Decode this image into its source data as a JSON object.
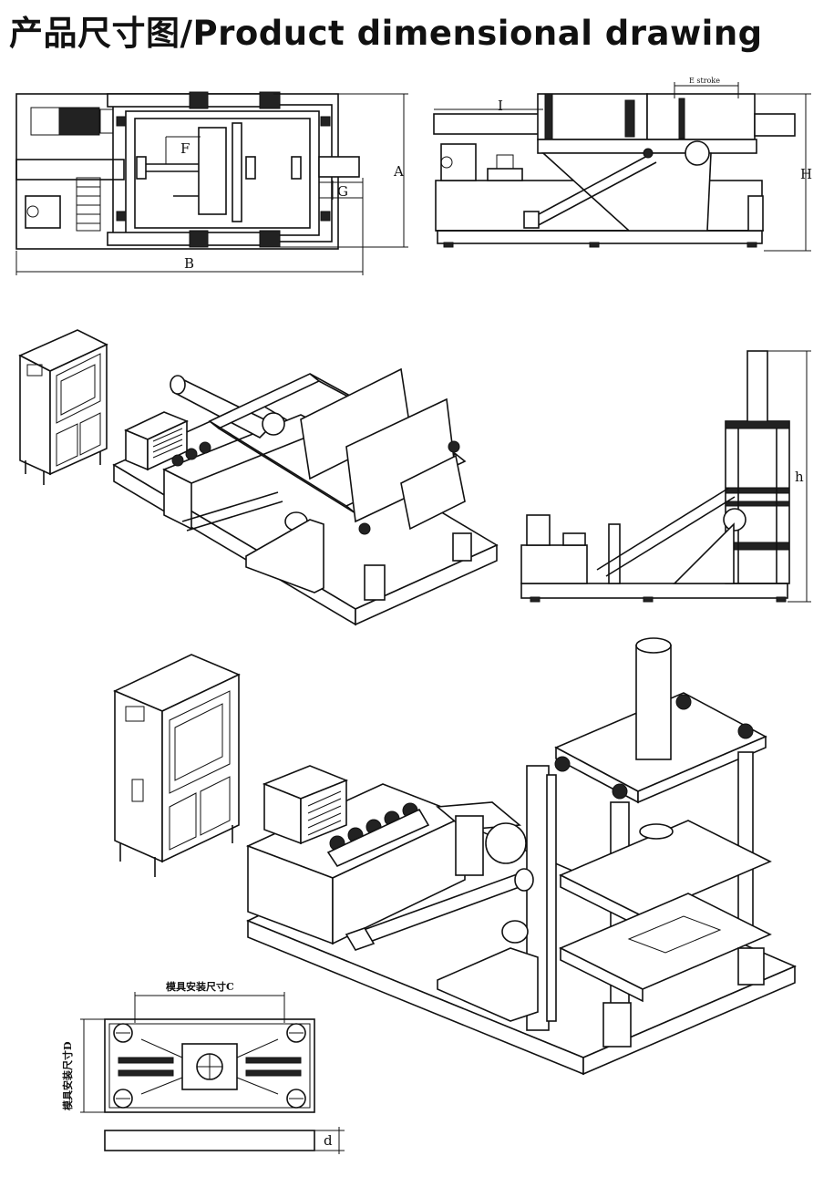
{
  "title": "产品尺寸图/Product dimensional drawing",
  "views": {
    "top_view": {
      "labels": {
        "A": "A",
        "B": "B",
        "F": "F",
        "G": "G"
      }
    },
    "side_view": {
      "labels": {
        "I": "I",
        "H": "H",
        "E": "E stroke"
      }
    },
    "front_view": {
      "labels": {
        "h": "h"
      }
    },
    "platen_detail": {
      "labels": {
        "C": "模具安装尺寸C",
        "D": "模具安装尺寸D",
        "d": "d"
      }
    }
  },
  "colors": {
    "line": "#111111",
    "background": "#ffffff"
  }
}
